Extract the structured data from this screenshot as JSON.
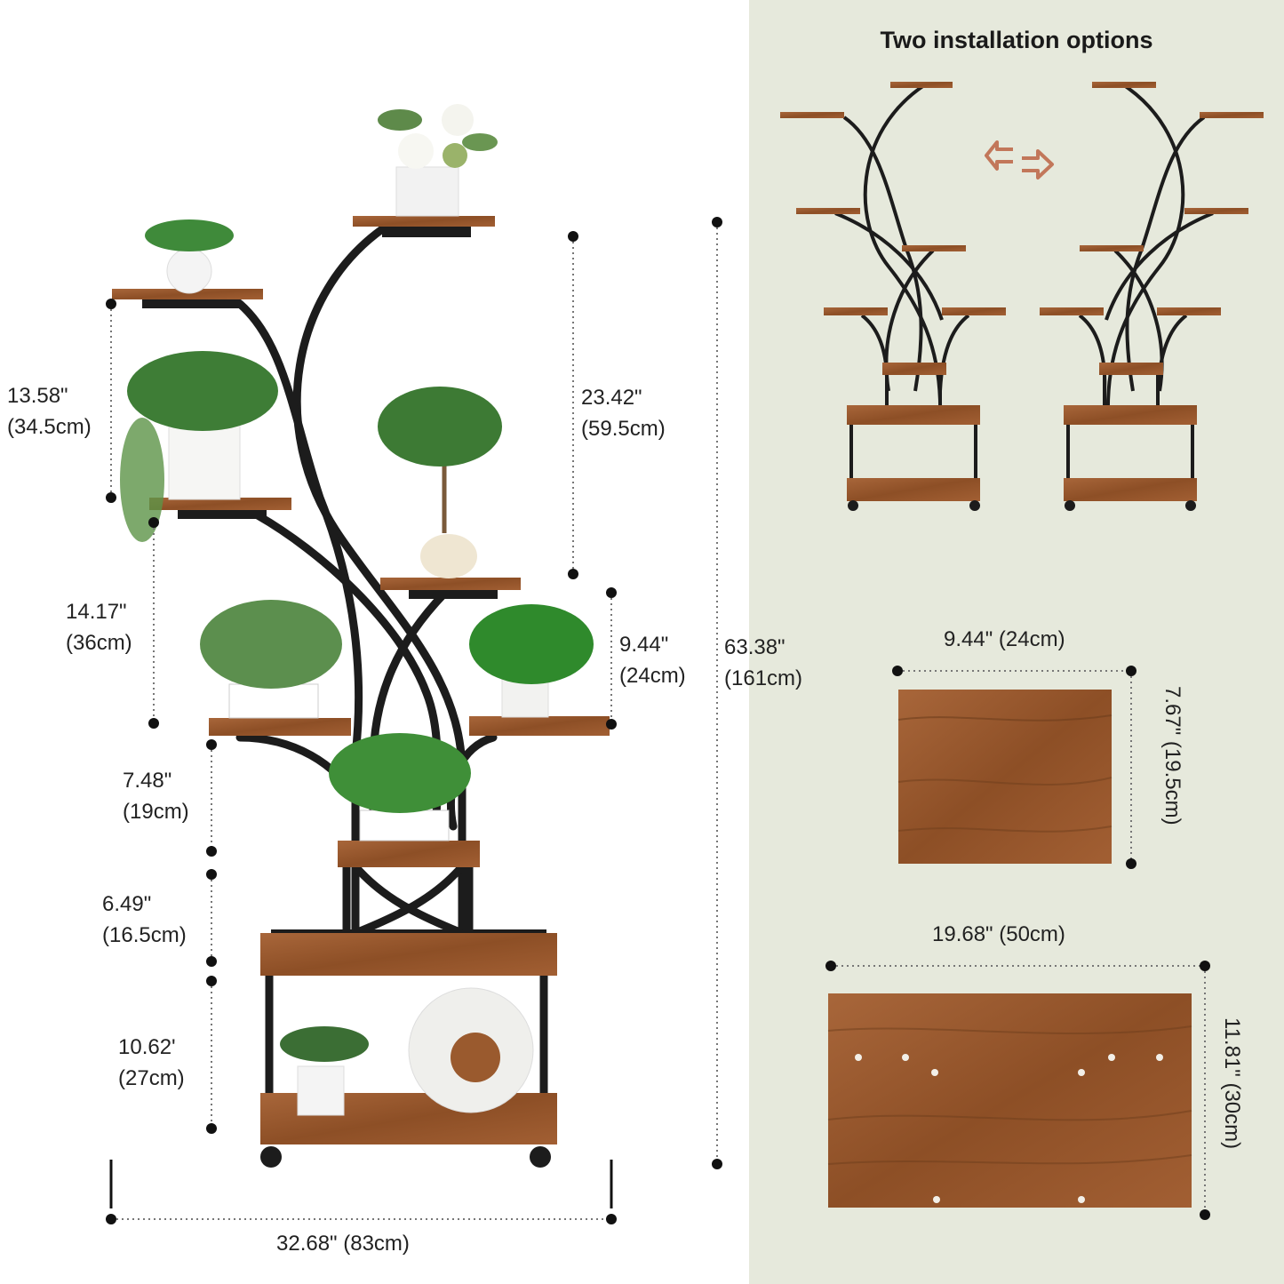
{
  "options_title": "Two installation options",
  "colors": {
    "wood": "#9a5a2e",
    "wood_dark": "#6e3d1c",
    "metal": "#1c1c1c",
    "panel": "#e6e9dc",
    "arrow": "#c2775a"
  },
  "icons": {
    "swap": "swap-arrows-icon"
  },
  "dimensions": {
    "d1": {
      "in": "13.58\"",
      "cm": "(34.5cm)"
    },
    "d2": {
      "in": "14.17\"",
      "cm": "(36cm)"
    },
    "d3": {
      "in": "7.48\"",
      "cm": "(19cm)"
    },
    "d4": {
      "in": "6.49\"",
      "cm": "(16.5cm)"
    },
    "d5": {
      "in": "10.62'",
      "cm": "(27cm)"
    },
    "d6": {
      "in": "23.42\"",
      "cm": "(59.5cm)"
    },
    "d7": {
      "in": "9.44\"",
      "cm": "(24cm)"
    },
    "d8": {
      "in": "63.38\"",
      "cm": "(161cm)"
    },
    "width": "32.68\" (83cm)",
    "small_w": "9.44\" (24cm)",
    "small_h": "7.67\" (19.5cm)",
    "large_w": "19.68\" (50cm)",
    "large_h": "11.81\" (30cm)"
  }
}
